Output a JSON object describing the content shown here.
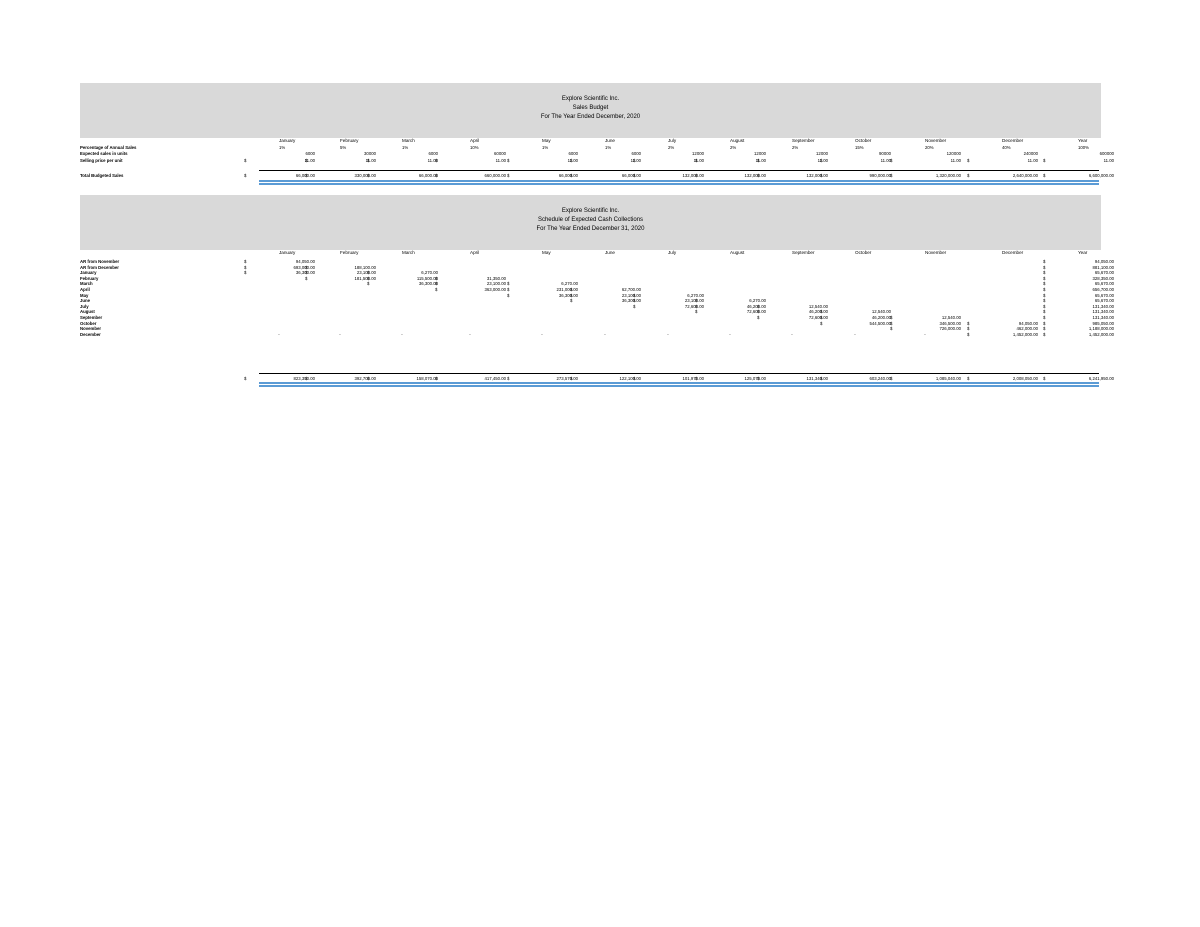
{
  "colors": {
    "banner": "#d9d9d9",
    "total_underline": "#5b9bd5"
  },
  "months": [
    "January",
    "February",
    "March",
    "April",
    "May",
    "June",
    "July",
    "August",
    "September",
    "October",
    "November",
    "December",
    "Year"
  ],
  "sales_budget": {
    "title": [
      "Explore Scientific Inc.",
      "Sales Budget",
      "For The Year Ended December, 2020"
    ],
    "rows": [
      {
        "label": "Percentage of Annual Sales",
        "values": [
          "1%",
          "5%",
          "1%",
          "10%",
          "1%",
          "1%",
          "2%",
          "2%",
          "2%",
          "15%",
          "20%",
          "40%",
          "100%"
        ]
      },
      {
        "label": "Expected sales in units",
        "values": [
          "6000",
          "30000",
          "6000",
          "60000",
          "6000",
          "6000",
          "12000",
          "12000",
          "12000",
          "90000",
          "120000",
          "240000",
          "600000"
        ]
      },
      {
        "label": "Selling price per unit",
        "values": [
          "11.00",
          "11.00",
          "11.00",
          "11.00",
          "11.00",
          "11.00",
          "11.00",
          "11.00",
          "11.00",
          "11.00",
          "11.00",
          "11.00",
          "11.00"
        ]
      },
      {
        "label": "Total Budgeted Sales",
        "values": [
          "66,000.00",
          "330,000.00",
          "66,000.00",
          "660,000.00",
          "66,000.00",
          "66,000.00",
          "132,000.00",
          "132,000.00",
          "132,000.00",
          "990,000.00",
          "1,320,000.00",
          "2,640,000.00",
          "6,600,000.00"
        ]
      }
    ],
    "dollar_sign": "$"
  },
  "cash_collections": {
    "title": [
      "Explore Scientific Inc.",
      "Schedule of Expected Cash Collections",
      "For The Year Ended December 31, 2020"
    ],
    "rows": [
      {
        "label": "AR from November",
        "values": [
          "94,050.00",
          "",
          "",
          "",
          "",
          "",
          "",
          "",
          "",
          "",
          "",
          "",
          "94,050.00"
        ]
      },
      {
        "label": "AR from December",
        "values": [
          "693,000.00",
          "188,100.00",
          "",
          "",
          "",
          "",
          "",
          "",
          "",
          "",
          "",
          "",
          "881,100.00"
        ]
      },
      {
        "label": "January",
        "values": [
          "36,300.00",
          "23,100.00",
          "6,270.00",
          "",
          "",
          "",
          "",
          "",
          "",
          "",
          "",
          "",
          "65,670.00"
        ]
      },
      {
        "label": "February",
        "values": [
          "",
          "181,500.00",
          "115,500.00",
          "31,350.00",
          "",
          "",
          "",
          "",
          "",
          "",
          "",
          "",
          "328,350.00"
        ]
      },
      {
        "label": "March",
        "values": [
          "",
          "",
          "36,300.00",
          "23,100.00",
          "6,270.00",
          "",
          "",
          "",
          "",
          "",
          "",
          "",
          "65,670.00"
        ]
      },
      {
        "label": "April",
        "values": [
          "",
          "",
          "",
          "363,000.00",
          "231,000.00",
          "62,700.00",
          "",
          "",
          "",
          "",
          "",
          "",
          "656,700.00"
        ]
      },
      {
        "label": "May",
        "values": [
          "",
          "",
          "",
          "",
          "36,300.00",
          "23,100.00",
          "6,270.00",
          "",
          "",
          "",
          "",
          "",
          "65,670.00"
        ]
      },
      {
        "label": "June",
        "values": [
          "",
          "",
          "",
          "",
          "",
          "36,300.00",
          "23,100.00",
          "6,270.00",
          "",
          "",
          "",
          "",
          "65,670.00"
        ]
      },
      {
        "label": "July",
        "values": [
          "",
          "",
          "",
          "",
          "",
          "",
          "72,600.00",
          "46,200.00",
          "12,540.00",
          "",
          "",
          "",
          "131,340.00"
        ]
      },
      {
        "label": "August",
        "values": [
          "",
          "",
          "",
          "",
          "",
          "",
          "",
          "72,600.00",
          "46,200.00",
          "12,540.00",
          "",
          "",
          "131,340.00"
        ]
      },
      {
        "label": "September",
        "values": [
          "",
          "",
          "",
          "",
          "",
          "",
          "",
          "",
          "72,600.00",
          "46,200.00",
          "12,540.00",
          "",
          "131,340.00"
        ]
      },
      {
        "label": "October",
        "values": [
          "",
          "",
          "",
          "",
          "",
          "",
          "",
          "",
          "",
          "544,500.00",
          "346,500.00",
          "94,050.00",
          "985,050.00"
        ]
      },
      {
        "label": "November",
        "values": [
          "",
          "",
          "",
          "",
          "",
          "",
          "",
          "",
          "",
          "",
          "726,000.00",
          "462,000.00",
          "1,188,000.00"
        ]
      },
      {
        "label": "December",
        "values": [
          "-",
          "-",
          "-",
          "-",
          "-",
          "-",
          "-",
          "-",
          "-",
          "-",
          "-",
          "1,452,000.00",
          "1,452,000.00"
        ]
      },
      {
        "label": "",
        "values": [
          "823,350.00",
          "392,700.00",
          "158,070.00",
          "417,450.00",
          "273,570.00",
          "122,100.00",
          "101,970.00",
          "125,070.00",
          "131,340.00",
          "603,240.00",
          "1,085,040.00",
          "2,008,050.00",
          "6,241,950.00"
        ]
      }
    ],
    "dollar_sign": "$"
  }
}
